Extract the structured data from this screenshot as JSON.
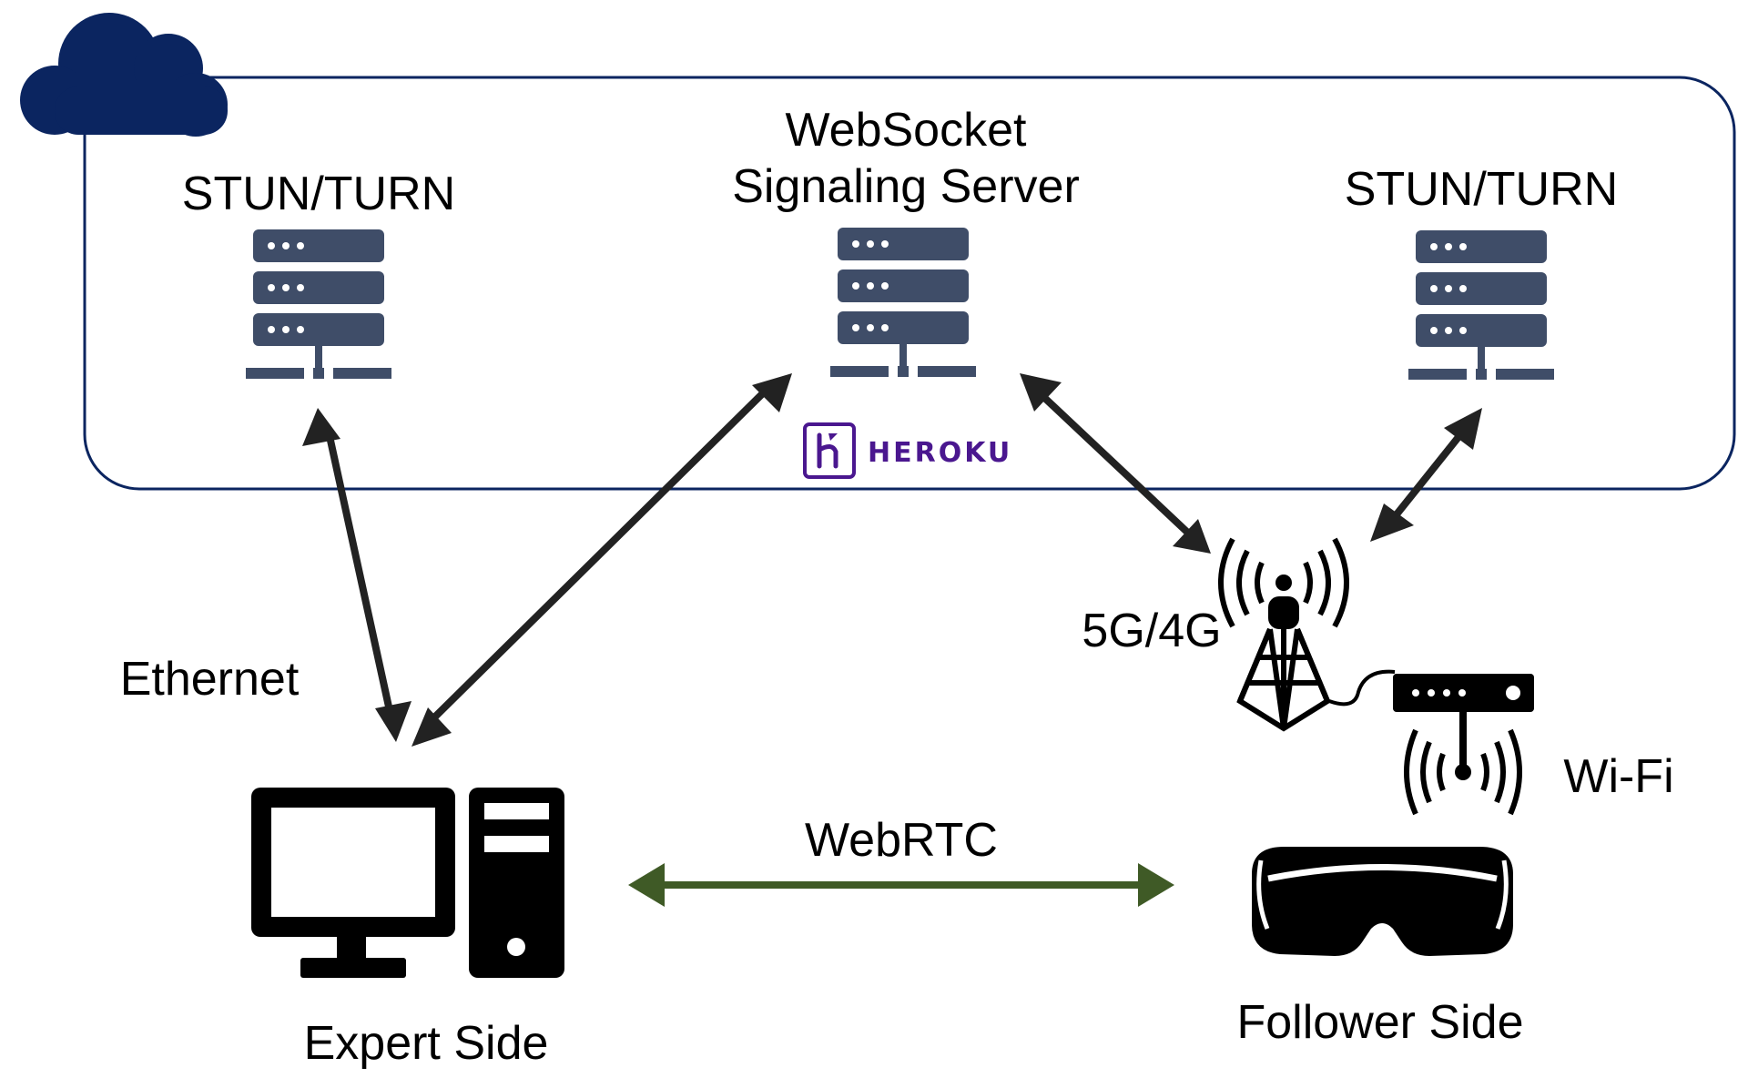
{
  "cloud": {
    "icon": "cloud-icon",
    "color": "#0b2560"
  },
  "colors": {
    "server": "#3f4d68",
    "arrow": "#222222",
    "webrtc_arrow": "#3f5a26",
    "heroku": "#4a178f",
    "device": "#000000",
    "boundary": "#0b2560"
  },
  "nodes": {
    "stun_left": {
      "label": "STUN/TURN",
      "icon": "server-icon"
    },
    "signaling": {
      "label_line1": "WebSocket",
      "label_line2": "Signaling Server",
      "icon": "server-icon"
    },
    "stun_right": {
      "label": "STUN/TURN",
      "icon": "server-icon"
    },
    "heroku": {
      "label": "HEROKU",
      "icon": "heroku-logo-icon"
    },
    "tower": {
      "label": "5G/4G",
      "icon": "cell-tower-icon"
    },
    "router": {
      "label": "Wi-Fi",
      "icon": "wifi-router-icon"
    },
    "expert": {
      "label": "Expert Side",
      "icon": "desktop-computer-icon"
    },
    "follower": {
      "label": "Follower Side",
      "icon": "vr-headset-icon"
    }
  },
  "links": {
    "ethernet": {
      "label": "Ethernet"
    },
    "webrtc": {
      "label": "WebRTC"
    }
  }
}
